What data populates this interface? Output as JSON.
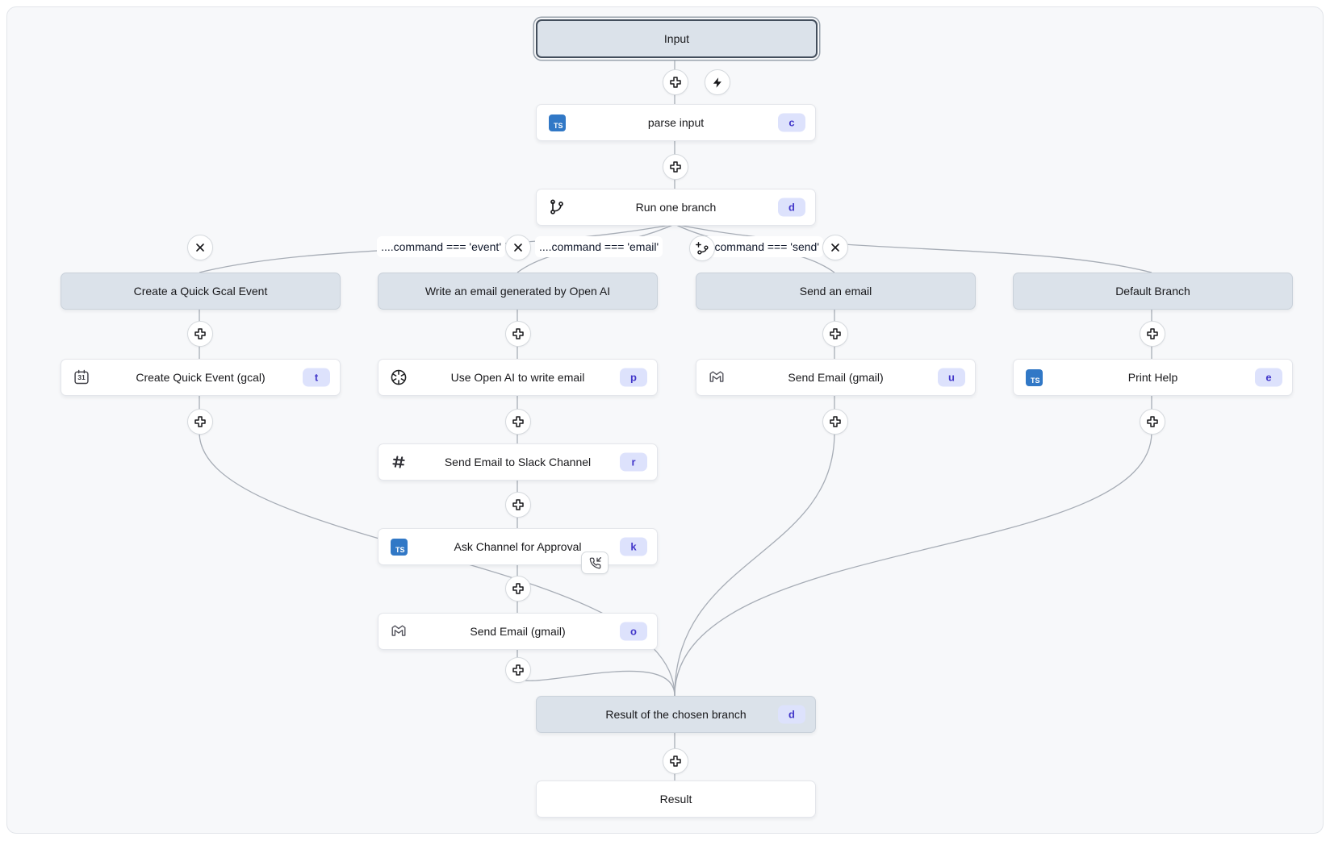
{
  "canvas": {
    "colors": {
      "background": "#f7f8fa",
      "node_header_bg": "#dbe2ea",
      "node_bg": "#ffffff",
      "badge_bg": "#dde2fc",
      "badge_text": "#4338ca",
      "typescript_blue": "#3178c6",
      "edge": "#a7adb6"
    }
  },
  "icons": {
    "ts_label": "TS",
    "gcal_text": "31"
  },
  "nodes": {
    "input": {
      "label": "Input"
    },
    "parse_input": {
      "label": "parse input",
      "badge": "c"
    },
    "run_one_branch": {
      "label": "Run one branch",
      "badge": "d"
    },
    "result_of_branch": {
      "label": "Result of the chosen branch",
      "badge": "d"
    },
    "result": {
      "label": "Result"
    }
  },
  "conditions": [
    {
      "expr": "....command === 'event'"
    },
    {
      "expr": "....command === 'email'"
    },
    {
      "expr": "....command === 'send'"
    }
  ],
  "branches": [
    {
      "header": "Create a Quick Gcal Event",
      "steps": [
        {
          "label": "Create Quick Event (gcal)",
          "badge": "t"
        }
      ]
    },
    {
      "header": "Write an email generated by Open AI",
      "steps": [
        {
          "label": "Use Open AI to write email",
          "badge": "p"
        },
        {
          "label": "Send Email to Slack Channel",
          "badge": "r"
        },
        {
          "label": "Ask Channel for Approval",
          "badge": "k"
        },
        {
          "label": "Send Email (gmail)",
          "badge": "o"
        }
      ]
    },
    {
      "header": "Send an email",
      "steps": [
        {
          "label": "Send Email (gmail)",
          "badge": "u"
        }
      ]
    },
    {
      "header": "Default Branch",
      "steps": [
        {
          "label": "Print Help",
          "badge": "e"
        }
      ]
    }
  ]
}
